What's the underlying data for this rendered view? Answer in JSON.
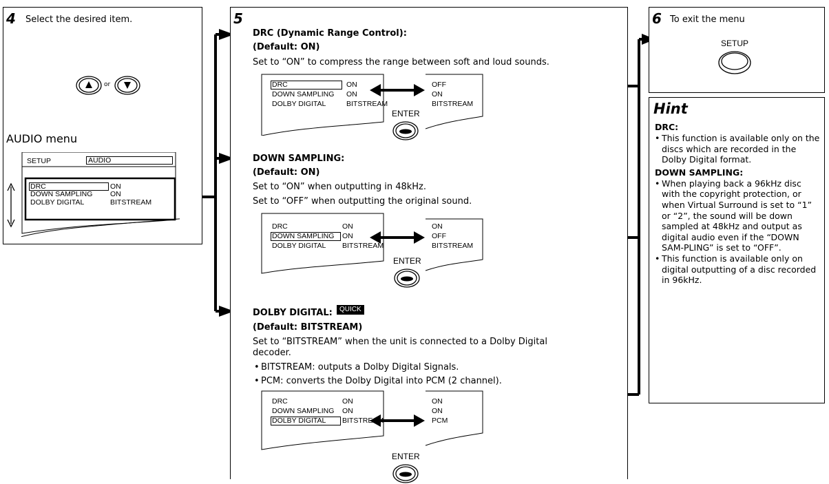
{
  "step4": {
    "number": "4",
    "instruction": "Select the desired item.",
    "or_label": "or",
    "menu_title": "AUDIO menu",
    "screen": {
      "setup_label": "SETUP",
      "audio_label": "AUDIO",
      "rows": [
        {
          "label": "DRC",
          "value": "ON"
        },
        {
          "label": "DOWN SAMPLING",
          "value": "ON"
        },
        {
          "label": "DOLBY DIGITAL",
          "value": "BITSTREAM"
        }
      ]
    }
  },
  "step5": {
    "number": "5",
    "drc": {
      "heading": "DRC (Dynamic Range Control):",
      "default": "(Default: ON)",
      "description": "Set to “ON” to compress the range between soft and loud sounds.",
      "left_rows": [
        {
          "label": "DRC",
          "value": "ON"
        },
        {
          "label": "DOWN SAMPLING",
          "value": "ON"
        },
        {
          "label": "DOLBY DIGITAL",
          "value": "BITSTREAM"
        }
      ],
      "right_values": [
        "OFF",
        "ON",
        "BITSTREAM"
      ],
      "enter_label": "ENTER"
    },
    "down_sampling": {
      "heading": "DOWN SAMPLING:",
      "default": "(Default: ON)",
      "description_1": "Set to “ON” when outputting in 48kHz.",
      "description_2": "Set to “OFF” when outputting the original sound.",
      "left_rows": [
        {
          "label": "DRC",
          "value": "ON"
        },
        {
          "label": "DOWN SAMPLING",
          "value": "ON"
        },
        {
          "label": "DOLBY DIGITAL",
          "value": "BITSTREAM"
        }
      ],
      "right_values": [
        "ON",
        "OFF",
        "BITSTREAM"
      ],
      "enter_label": "ENTER"
    },
    "dolby_digital": {
      "heading": "DOLBY DIGITAL:",
      "quick_badge": "QUICK",
      "default": "(Default: BITSTREAM)",
      "description_1": "Set to “BITSTREAM” when the unit is connected to a Dolby Digital",
      "description_2": "decoder.",
      "bullets": [
        "BITSTREAM: outputs a Dolby Digital Signals.",
        "PCM: converts the Dolby Digital into PCM (2 channel)."
      ],
      "left_rows": [
        {
          "label": "DRC",
          "value": "ON"
        },
        {
          "label": "DOWN SAMPLING",
          "value": "ON"
        },
        {
          "label": "DOLBY DIGITAL",
          "value": "BITSTREAM"
        }
      ],
      "right_values": [
        "ON",
        "ON",
        "PCM"
      ],
      "enter_label": "ENTER"
    }
  },
  "step6": {
    "number": "6",
    "instruction": "To exit the menu",
    "button_label": "SETUP"
  },
  "hint": {
    "title": "Hint",
    "drc_heading": "DRC:",
    "drc_items": [
      "This function is available only on the discs which are recorded in the Dolby Digital format."
    ],
    "ds_heading": "DOWN SAMPLING:",
    "ds_items": [
      "When playing back a 96kHz disc with the copyright protection, or when Virtual Surround is set to “1” or “2”, the sound will be down sampled at 48kHz and output as digital audio even if the “DOWN SAM-PLING” is set to “OFF”.",
      "This function is available only on digital outputting of a disc recorded in 96kHz."
    ]
  }
}
